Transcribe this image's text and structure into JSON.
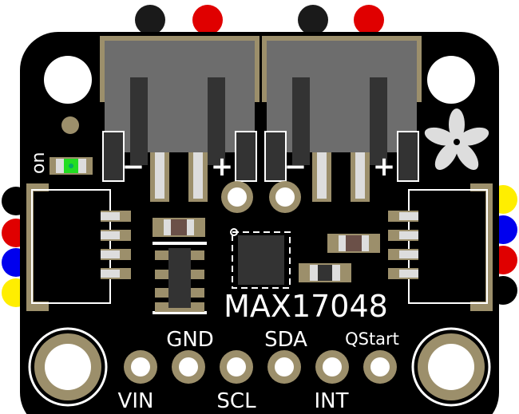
{
  "board": {
    "chip_label": "MAX17048",
    "power_led_label": "on",
    "battery_connectors": [
      {
        "minus": "−",
        "plus": "+"
      },
      {
        "minus": "−",
        "plus": "+"
      }
    ],
    "pins_top_labels": [
      "GND",
      "SDA",
      "QStart"
    ],
    "pins_bottom_labels": [
      "VIN",
      "SCL",
      "INT"
    ]
  },
  "colors": {
    "pcb": "#000000",
    "pad": "#9c8f6b",
    "connector_body": "#6d6d6d",
    "led": "#22dd22",
    "wire_black": "#1a1a1a",
    "wire_red": "#e00000",
    "wire_blue": "#0000ee",
    "wire_yellow": "#ffee00"
  }
}
